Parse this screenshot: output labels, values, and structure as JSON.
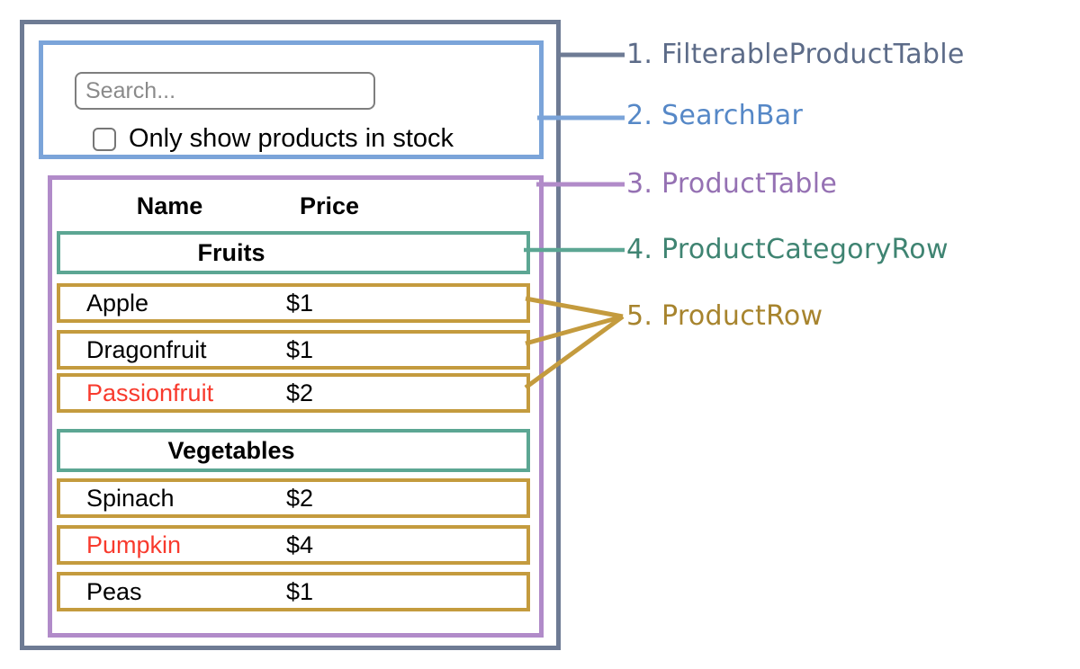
{
  "colors": {
    "filterable_product_table_border": "#6e7b94",
    "filterable_product_table_text": "#5c6b88",
    "search_bar_border": "#7ba4d9",
    "search_bar_text": "#5688c7",
    "product_table_border": "#b18bc9",
    "product_table_text": "#9571b3",
    "product_category_row_border": "#5ca693",
    "product_category_row_text": "#3f8472",
    "product_row_border": "#c49b3e",
    "product_row_text": "#a7842e",
    "out_of_stock_text": "#f83a2d",
    "body_text": "#000000"
  },
  "search_bar": {
    "placeholder": "Search...",
    "checkbox_label": "Only show products in stock",
    "checkbox_checked": false
  },
  "table": {
    "headers": {
      "name": "Name",
      "price": "Price"
    },
    "rows": [
      {
        "type": "category",
        "name": "Fruits"
      },
      {
        "type": "product",
        "name": "Apple",
        "price": "$1",
        "in_stock": true
      },
      {
        "type": "product",
        "name": "Dragonfruit",
        "price": "$1",
        "in_stock": true
      },
      {
        "type": "product",
        "name": "Passionfruit",
        "price": "$2",
        "in_stock": false
      },
      {
        "type": "category",
        "name": "Vegetables"
      },
      {
        "type": "product",
        "name": "Spinach",
        "price": "$2",
        "in_stock": true
      },
      {
        "type": "product",
        "name": "Pumpkin",
        "price": "$4",
        "in_stock": false
      },
      {
        "type": "product",
        "name": "Peas",
        "price": "$1",
        "in_stock": true
      }
    ]
  },
  "annotations": [
    {
      "text": "1. FilterableProductTable",
      "color": "#5c6b88"
    },
    {
      "text": "2. SearchBar",
      "color": "#5688c7"
    },
    {
      "text": "3. ProductTable",
      "color": "#9571b3"
    },
    {
      "text": "4. ProductCategoryRow",
      "color": "#3f8472"
    },
    {
      "text": "5. ProductRow",
      "color": "#a7842e"
    }
  ]
}
